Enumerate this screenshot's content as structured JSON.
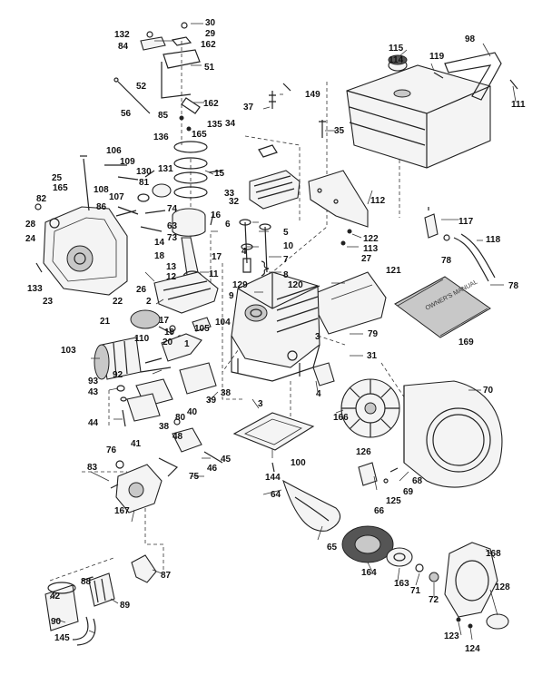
{
  "diagram": {
    "manual_label": "OWNER'S MANUAL",
    "callouts": [
      {
        "id": "c30",
        "text": "30"
      },
      {
        "id": "c132",
        "text": "132"
      },
      {
        "id": "c29",
        "text": "29"
      },
      {
        "id": "c162a",
        "text": "162"
      },
      {
        "id": "c84",
        "text": "84"
      },
      {
        "id": "c51",
        "text": "51"
      },
      {
        "id": "c52",
        "text": "52"
      },
      {
        "id": "c162b",
        "text": "162"
      },
      {
        "id": "c56",
        "text": "56"
      },
      {
        "id": "c85",
        "text": "85"
      },
      {
        "id": "c136",
        "text": "136"
      },
      {
        "id": "c135",
        "text": "135"
      },
      {
        "id": "c165a",
        "text": "165"
      },
      {
        "id": "c34",
        "text": "34"
      },
      {
        "id": "c37",
        "text": "37"
      },
      {
        "id": "c149",
        "text": "149"
      },
      {
        "id": "c35",
        "text": "35"
      },
      {
        "id": "c115",
        "text": "115"
      },
      {
        "id": "c114",
        "text": "114"
      },
      {
        "id": "c119",
        "text": "119"
      },
      {
        "id": "c98",
        "text": "98"
      },
      {
        "id": "c111",
        "text": "111"
      },
      {
        "id": "c106",
        "text": "106"
      },
      {
        "id": "c109",
        "text": "109"
      },
      {
        "id": "c131",
        "text": "131"
      },
      {
        "id": "c15",
        "text": "15"
      },
      {
        "id": "c25",
        "text": "25"
      },
      {
        "id": "c130",
        "text": "130"
      },
      {
        "id": "c165b",
        "text": "165"
      },
      {
        "id": "c108",
        "text": "108"
      },
      {
        "id": "c81",
        "text": "81"
      },
      {
        "id": "c82",
        "text": "82"
      },
      {
        "id": "c107",
        "text": "107"
      },
      {
        "id": "c86",
        "text": "86"
      },
      {
        "id": "c74",
        "text": "74"
      },
      {
        "id": "c33",
        "text": "33"
      },
      {
        "id": "c32",
        "text": "32"
      },
      {
        "id": "c112",
        "text": "112"
      },
      {
        "id": "c28",
        "text": "28"
      },
      {
        "id": "c63",
        "text": "63"
      },
      {
        "id": "c73",
        "text": "73"
      },
      {
        "id": "c16",
        "text": "16"
      },
      {
        "id": "c6",
        "text": "6"
      },
      {
        "id": "c5",
        "text": "5"
      },
      {
        "id": "c117",
        "text": "117"
      },
      {
        "id": "c122",
        "text": "122"
      },
      {
        "id": "c24",
        "text": "24"
      },
      {
        "id": "c14",
        "text": "14"
      },
      {
        "id": "c113",
        "text": "113"
      },
      {
        "id": "c78a",
        "text": "78"
      },
      {
        "id": "c118",
        "text": "118"
      },
      {
        "id": "c10",
        "text": "10"
      },
      {
        "id": "c4",
        "text": "4"
      },
      {
        "id": "c27",
        "text": "27"
      },
      {
        "id": "c18",
        "text": "18"
      },
      {
        "id": "c17a",
        "text": "17"
      },
      {
        "id": "c7",
        "text": "7"
      },
      {
        "id": "c13",
        "text": "13"
      },
      {
        "id": "c121",
        "text": "121"
      },
      {
        "id": "c133",
        "text": "133"
      },
      {
        "id": "c12",
        "text": "12"
      },
      {
        "id": "c11",
        "text": "11"
      },
      {
        "id": "c8",
        "text": "8"
      },
      {
        "id": "c23",
        "text": "23"
      },
      {
        "id": "c26",
        "text": "26"
      },
      {
        "id": "c129",
        "text": "129"
      },
      {
        "id": "c120",
        "text": "120"
      },
      {
        "id": "c78b",
        "text": "78"
      },
      {
        "id": "c9",
        "text": "9"
      },
      {
        "id": "c22",
        "text": "22"
      },
      {
        "id": "c2",
        "text": "2"
      },
      {
        "id": "c104",
        "text": "104"
      },
      {
        "id": "c17b",
        "text": "17"
      },
      {
        "id": "c21",
        "text": "21"
      },
      {
        "id": "c19",
        "text": "19"
      },
      {
        "id": "c105",
        "text": "105"
      },
      {
        "id": "c110",
        "text": "110"
      },
      {
        "id": "c3a",
        "text": "3"
      },
      {
        "id": "c79",
        "text": "79"
      },
      {
        "id": "c169",
        "text": "169"
      },
      {
        "id": "c20",
        "text": "20"
      },
      {
        "id": "c103",
        "text": "103"
      },
      {
        "id": "c31",
        "text": "31"
      },
      {
        "id": "c1",
        "text": "1"
      },
      {
        "id": "c92",
        "text": "92"
      },
      {
        "id": "c39",
        "text": "39"
      },
      {
        "id": "c93",
        "text": "93"
      },
      {
        "id": "c38a",
        "text": "38"
      },
      {
        "id": "c43",
        "text": "43"
      },
      {
        "id": "c3b",
        "text": "3"
      },
      {
        "id": "c4b",
        "text": "4"
      },
      {
        "id": "c70",
        "text": "70"
      },
      {
        "id": "c40",
        "text": "40"
      },
      {
        "id": "c166",
        "text": "166"
      },
      {
        "id": "c80",
        "text": "80"
      },
      {
        "id": "c44",
        "text": "44"
      },
      {
        "id": "c38b",
        "text": "38"
      },
      {
        "id": "c41",
        "text": "41"
      },
      {
        "id": "c48",
        "text": "48"
      },
      {
        "id": "c45",
        "text": "45"
      },
      {
        "id": "c126",
        "text": "126"
      },
      {
        "id": "c76",
        "text": "76"
      },
      {
        "id": "c46",
        "text": "46"
      },
      {
        "id": "c68",
        "text": "68"
      },
      {
        "id": "c100",
        "text": "100"
      },
      {
        "id": "c83",
        "text": "83"
      },
      {
        "id": "c75",
        "text": "75"
      },
      {
        "id": "c69",
        "text": "69"
      },
      {
        "id": "c144",
        "text": "144"
      },
      {
        "id": "c125",
        "text": "125"
      },
      {
        "id": "c64",
        "text": "64"
      },
      {
        "id": "c66",
        "text": "66"
      },
      {
        "id": "c167",
        "text": "167"
      },
      {
        "id": "c65",
        "text": "65"
      },
      {
        "id": "c168",
        "text": "168"
      },
      {
        "id": "c88",
        "text": "88"
      },
      {
        "id": "c87",
        "text": "87"
      },
      {
        "id": "c164",
        "text": "164"
      },
      {
        "id": "c163",
        "text": "163"
      },
      {
        "id": "c128",
        "text": "128"
      },
      {
        "id": "c42",
        "text": "42"
      },
      {
        "id": "c71",
        "text": "71"
      },
      {
        "id": "c72",
        "text": "72"
      },
      {
        "id": "c90",
        "text": "90"
      },
      {
        "id": "c89",
        "text": "89"
      },
      {
        "id": "c123",
        "text": "123"
      },
      {
        "id": "c145",
        "text": "145"
      },
      {
        "id": "c124",
        "text": "124"
      }
    ]
  }
}
